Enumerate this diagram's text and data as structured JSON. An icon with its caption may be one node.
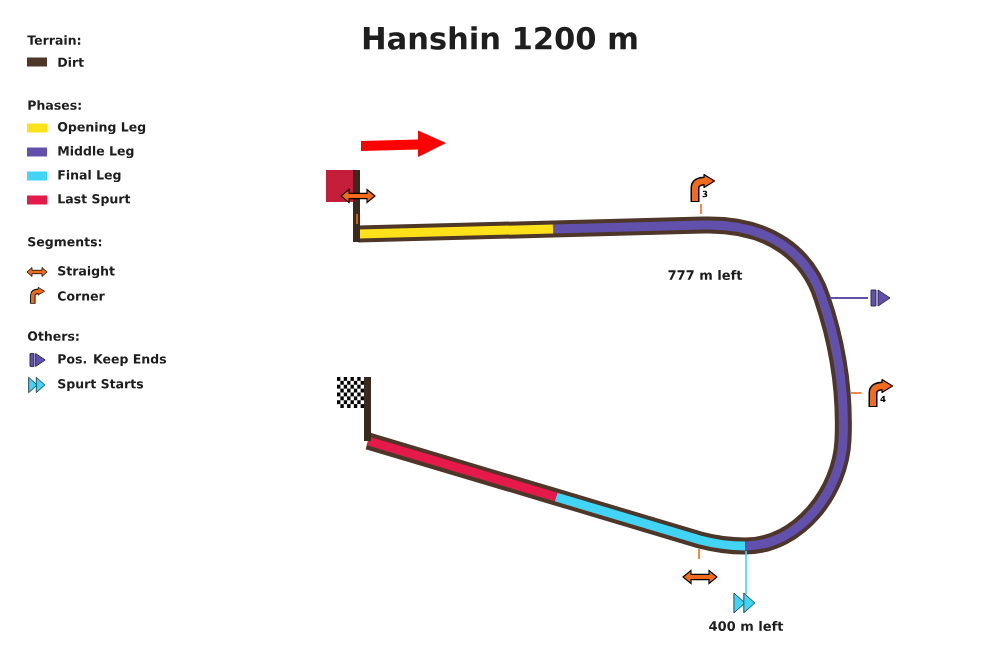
{
  "diagram": {
    "title": "Hanshin 1200 m",
    "nodes": [
      {
        "text": [
          "3"
        ]
      },
      {
        "text": [
          "4"
        ]
      }
    ],
    "labels": [
      "Terrain:",
      "Phases:",
      "Segments:",
      "Others:",
      "777 m left",
      "400 m left"
    ],
    "legend": [
      {
        "text": "Dirt",
        "color": "#4e3629"
      },
      {
        "text": "Opening Leg",
        "color": "#ffe119"
      },
      {
        "text": "Middle Leg",
        "color": "#6151ac"
      },
      {
        "text": "Final Leg",
        "color": "#42d4f4"
      },
      {
        "text": "Last Spurt",
        "color": "#e6194b"
      },
      {
        "text": "Straight"
      },
      {
        "text": "Corner"
      },
      {
        "text": "Pos. Keep Ends"
      },
      {
        "text": "Spurt Starts"
      }
    ]
  }
}
